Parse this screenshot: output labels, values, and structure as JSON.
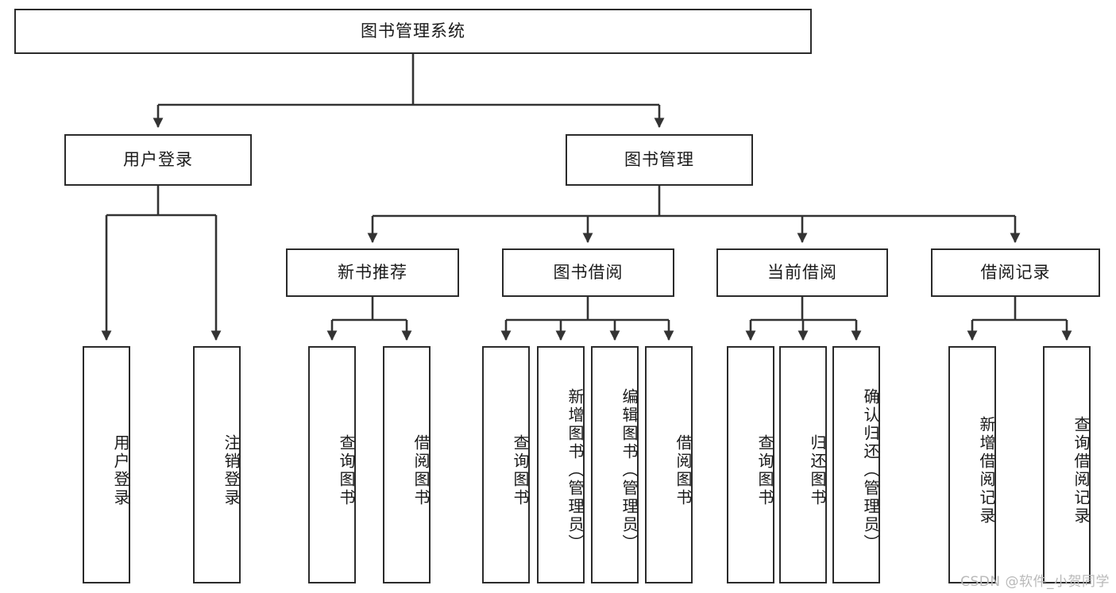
{
  "diagram": {
    "title": "图书管理系统",
    "type": "tree-hierarchy-chart",
    "watermark": "CSDN @软件_小贺同学",
    "colors": {
      "node_border": "#2b2b2b",
      "node_fill": "#ffffff",
      "edge": "#333333",
      "text": "#1a1a1a",
      "watermark": "#b9b9b9",
      "background": "#ffffff"
    },
    "root": {
      "label": "图书管理系统"
    },
    "level2": [
      {
        "label": "用户登录"
      },
      {
        "label": "图书管理"
      }
    ],
    "level3": [
      {
        "label": "新书推荐"
      },
      {
        "label": "图书借阅"
      },
      {
        "label": "当前借阅"
      },
      {
        "label": "借阅记录"
      }
    ],
    "leaves": {
      "user_login": [
        {
          "label": "用户登录"
        },
        {
          "label": "注销登录"
        }
      ],
      "new_book_recommend": [
        {
          "label": "查询图书"
        },
        {
          "label": "借阅图书"
        }
      ],
      "book_borrow": [
        {
          "label": "查询图书"
        },
        {
          "label": "新增图书（管理员）"
        },
        {
          "label": "编辑图书（管理员）"
        },
        {
          "label": "借阅图书"
        }
      ],
      "current_borrow": [
        {
          "label": "查询图书"
        },
        {
          "label": "归还图书"
        },
        {
          "label": "确认归还（管理员）"
        }
      ],
      "borrow_record": [
        {
          "label": "新增借阅记录"
        },
        {
          "label": "查询借阅记录"
        }
      ]
    }
  }
}
